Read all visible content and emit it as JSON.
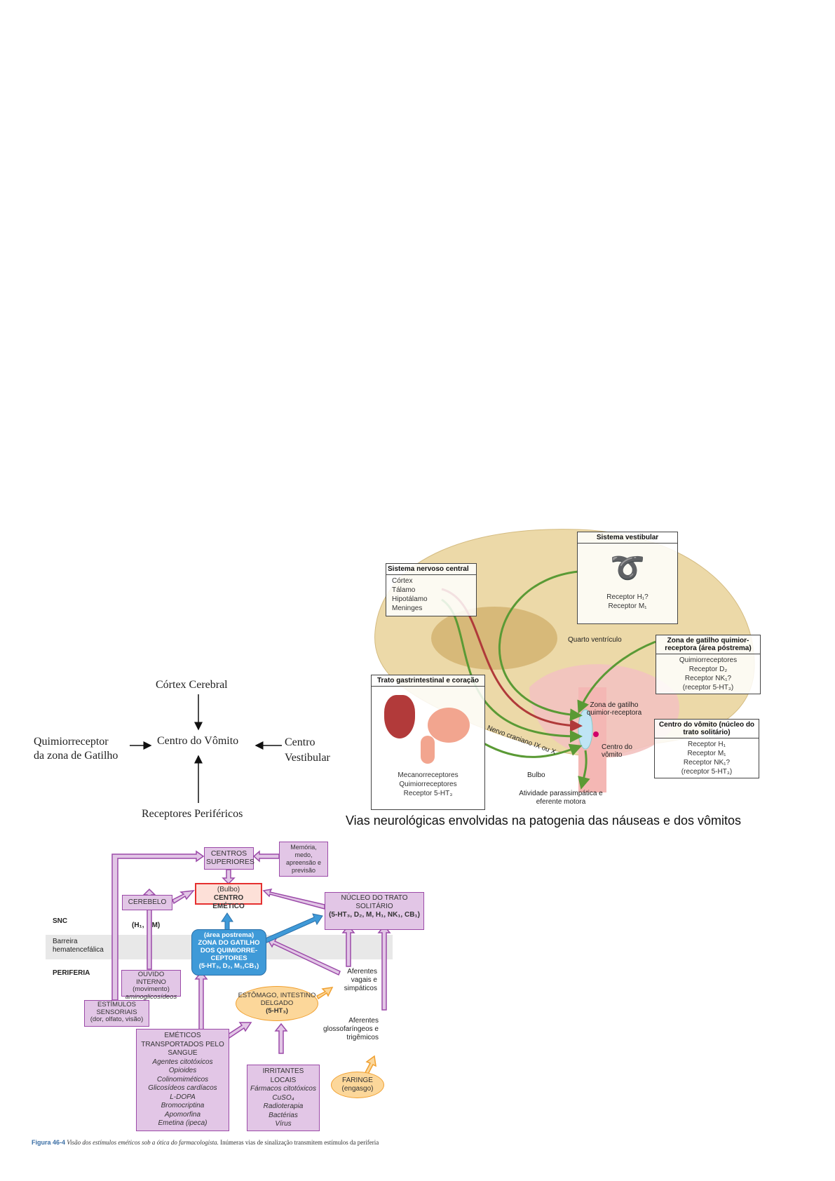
{
  "simple_diagram": {
    "top": "Córtex Cerebral",
    "center": "Centro do Vômito",
    "left": [
      "Quimiorreceptor",
      "da zona de Gatilho"
    ],
    "right": [
      "Centro",
      "Vestibular"
    ],
    "bottom": "Receptores Periféricos"
  },
  "brain_figure": {
    "snc": {
      "title": "Sistema nervoso central",
      "items": [
        "Córtex",
        "Tálamo",
        "Hipotálamo",
        "Meninges"
      ]
    },
    "vestibular": {
      "title": "Sistema vestibular",
      "items": [
        "Receptor H₁?",
        "Receptor M₁"
      ]
    },
    "ctz": {
      "title": "Zona de gatilho quimior-receptora (área póstrema)",
      "items": [
        "Quimiorreceptores",
        "Receptor D₂",
        "Receptor NK₁?",
        "(receptor 5-HT₃)"
      ]
    },
    "vomit_center": {
      "title": "Centro do vômito (núcleo do trato solitário)",
      "items": [
        "Receptor H₁",
        "Receptor M₁",
        "Receptor NK₁?",
        "(receptor 5-HT₃)"
      ]
    },
    "gi": {
      "title": "Trato gastrintestinal e coração",
      "items": [
        "Mecanorreceptores",
        "Quimiorreceptores",
        "Receptor 5-HT₃"
      ]
    },
    "labels": {
      "fourth_ventricle": "Quarto ventrículo",
      "ctz_label": "Zona de gatilho quimior-receptora",
      "center_label": "Centro do vômito",
      "bulbo": "Bulbo",
      "nerve": "Nervo craniano IX ou X",
      "output": "Atividade parassimpática e eferente motora"
    },
    "caption": "Vias neurológicas envolvidas na patogenia das náuseas e dos vômitos"
  },
  "pharm_figure": {
    "centros_superiores": "CENTROS SUPERIORES",
    "memoria": "Memória, medo, apreensão e previsão",
    "bulbo": "(Bulbo)",
    "centro_emetico": "CENTRO EMÉTICO",
    "cerebelo": "CEREBELO",
    "nucleo": "NÚCLEO DO TRATO SOLITÁRIO",
    "nucleo_receptors": "(5-HT₃, D₂, M, H₁, NK₁, CB₁)",
    "snc": "SNC",
    "h1m": "(H₁,    M)",
    "barreira": "Barreira hematencefálica",
    "periferia": "PERIFERIA",
    "ctz_area": "(área postrema)",
    "ctz_name": "ZONA DO GATILHO DOS QUIMIORRE-CEPTORES",
    "ctz_receptors": "(5-HT₃, D₂, M₁,CB₁)",
    "ouvido": "OUVIDO INTERNO",
    "ouvido_sub": "(movimento)",
    "ouvido_it": "aminoglicosídeos",
    "estimulos": "ESTÍMULOS SENSORIAIS",
    "estimulos_sub": "(dor, olfato, visão)",
    "estomago": "ESTÔMAGO, INTESTINO DELGADO",
    "estomago_rec": "(5-HT₃)",
    "aferentes_vagais": "Aferentes vagais e simpáticos",
    "aferentes_glosso": "Aferentes glossofaríngeos e trigêmicos",
    "emeticos": "EMÉTICOS TRANSPORTADOS PELO SANGUE",
    "emeticos_items": [
      "Agentes citotóxicos",
      "Opioides",
      "Colinomiméticos",
      "Glicosídeos cardíacos",
      "L-DOPA",
      "Bromocriptina",
      "Apomorfina",
      "Emetina (ipeca)"
    ],
    "irritantes": "IRRITANTES LOCAIS",
    "irritantes_items": [
      "Fármacos citotóxicos",
      "CuSO₄",
      "Radioterapia",
      "Bactérias",
      "Vírus"
    ],
    "faringe": "FARINGE",
    "faringe_sub": "(engasgo)",
    "caption_num": "Figura 46-4",
    "caption_it": "Visão dos estímulos eméticos sob a ótica do farmacologista.",
    "caption_rest": "Inúmeras vias de sinalização transmitem estímulos da periferia"
  },
  "colors": {
    "purple_box": "#e2c6e6",
    "purple_border": "#9b4aa8",
    "ctz_blue": "#3f9ad8",
    "emetic_red": "#e53030",
    "orange": "#fcd79a",
    "green_arrow": "#5a9a35",
    "red_arrow": "#b03a3a"
  }
}
